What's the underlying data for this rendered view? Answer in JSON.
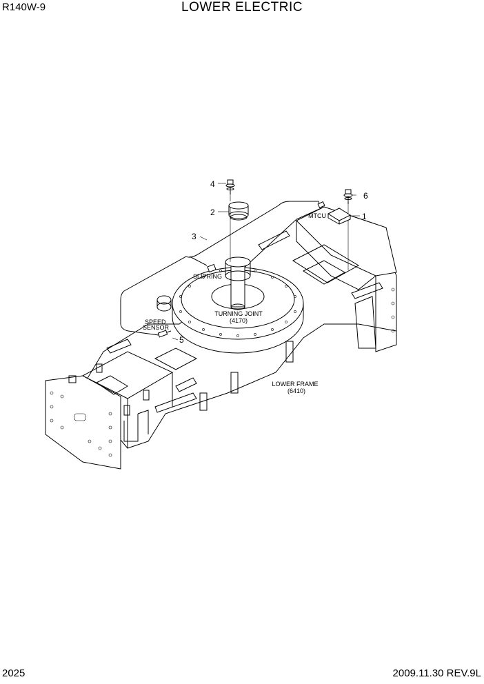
{
  "header": {
    "model": "R140W-9",
    "title": "LOWER ELECTRIC"
  },
  "footer": {
    "page": "2025",
    "revision": "2009.11.30  REV.9L"
  },
  "callouts": [
    "1",
    "2",
    "3",
    "4",
    "5",
    "6"
  ],
  "labels": {
    "mtcu": "MTCU",
    "slipring": "SLIPRING",
    "speed_sensor_line1": "SPEED",
    "speed_sensor_line2": "SENSOR",
    "turning_joint": "TURNING JOINT",
    "turning_joint_code": "(4170)",
    "lower_frame": "LOWER FRAME",
    "lower_frame_code": "(6410)"
  }
}
